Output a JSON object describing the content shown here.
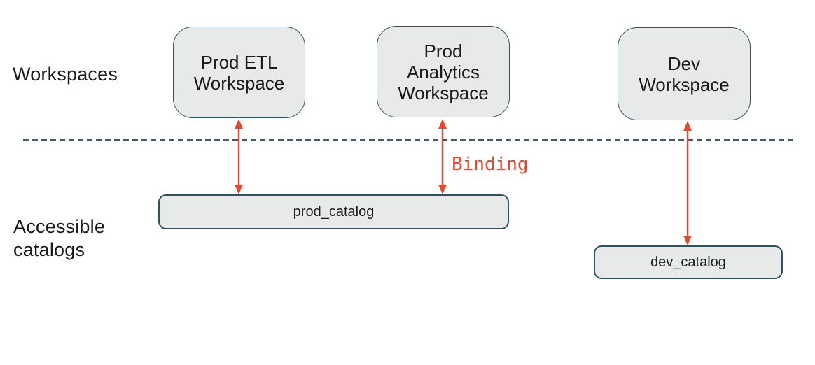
{
  "diagram": {
    "row_labels": {
      "workspaces": "Workspaces",
      "accessible_catalogs": "Accessible\ncatalogs"
    },
    "workspaces": [
      {
        "label": "Prod ETL\nWorkspace"
      },
      {
        "label": "Prod\nAnalytics\nWorkspace"
      },
      {
        "label": "Dev\nWorkspace"
      }
    ],
    "catalogs": [
      {
        "label": "prod_catalog"
      },
      {
        "label": "dev_catalog"
      }
    ],
    "annotations": {
      "binding": "Binding"
    }
  },
  "colors": {
    "background": "#ffffff",
    "node_fill": "#e8e9e9",
    "node_border": "#33525f",
    "arrow_red": "#e04a31",
    "divider": "#3f5d6d",
    "text": "#1b1b1b"
  }
}
